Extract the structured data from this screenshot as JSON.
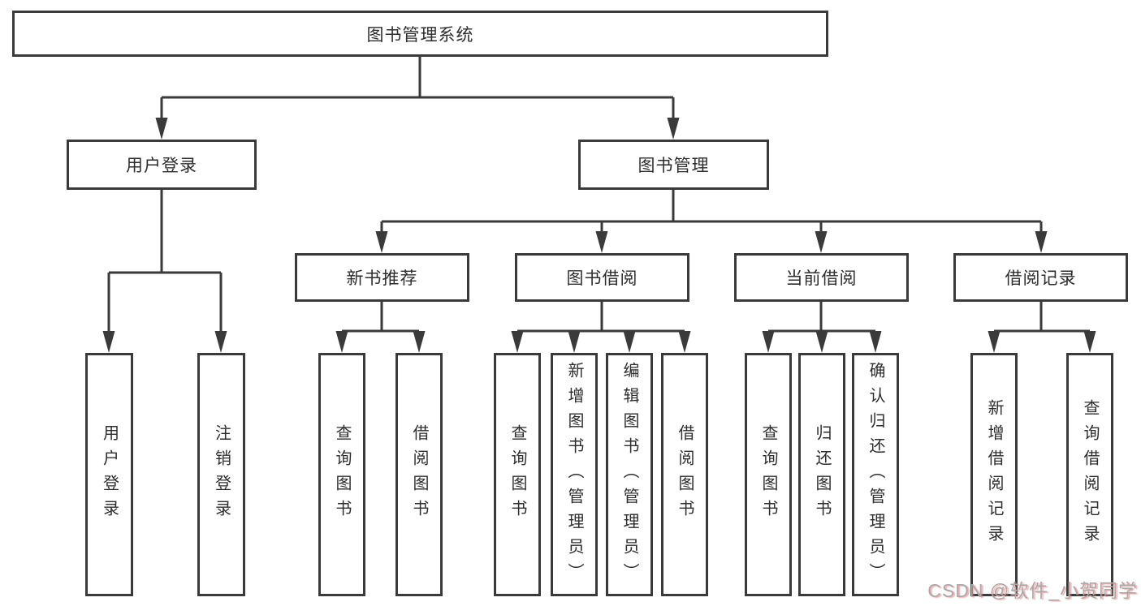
{
  "tree": {
    "label": "图书管理系统",
    "children": [
      {
        "label": "用户登录",
        "children": [
          {
            "label": "用户登录"
          },
          {
            "label": "注销登录"
          }
        ]
      },
      {
        "label": "图书管理",
        "children": [
          {
            "label": "新书推荐",
            "children": [
              {
                "label": "查询图书"
              },
              {
                "label": "借阅图书"
              }
            ]
          },
          {
            "label": "图书借阅",
            "children": [
              {
                "label": "查询图书"
              },
              {
                "label": "新增图书（管理员）"
              },
              {
                "label": "编辑图书（管理员）"
              },
              {
                "label": "借阅图书"
              }
            ]
          },
          {
            "label": "当前借阅",
            "children": [
              {
                "label": "查询图书"
              },
              {
                "label": "归还图书"
              },
              {
                "label": "确认归还（管理员）"
              }
            ]
          },
          {
            "label": "借阅记录",
            "children": [
              {
                "label": "新增借阅记录"
              },
              {
                "label": "查询借阅记录"
              }
            ]
          }
        ]
      }
    ]
  },
  "watermark": {
    "text": "CSDN @软件_小贺同学"
  },
  "colors": {
    "line": "#3a3a3a",
    "box_border": "#3a3a3a",
    "text": "#2d2d2d",
    "background": "#ffffff",
    "watermark_gray": "#a9a9a9",
    "watermark_red": "#e76565"
  }
}
